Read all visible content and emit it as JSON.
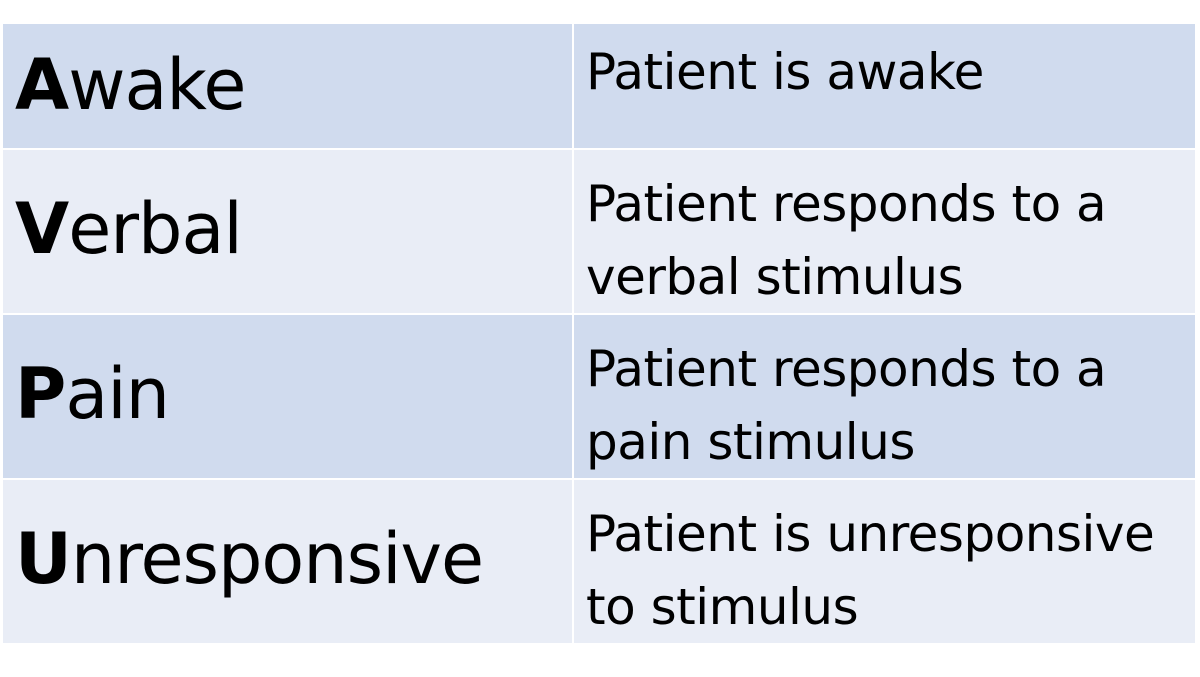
{
  "rows": [
    {
      "term_initial": "A",
      "term_rest": "wake",
      "description": "Patient is awake"
    },
    {
      "term_initial": "V",
      "term_rest": "erbal",
      "description": "Patient responds to a verbal stimulus"
    },
    {
      "term_initial": "P",
      "term_rest": "ain",
      "description": "Patient responds to a pain stimulus"
    },
    {
      "term_initial": "U",
      "term_rest": "nresponsive",
      "description": "Patient is unresponsive to stimulus"
    }
  ],
  "colors": {
    "row_dark": "#d0dbee",
    "row_light": "#e9edf6",
    "text": "#000000",
    "grid_line": "#ffffff"
  }
}
